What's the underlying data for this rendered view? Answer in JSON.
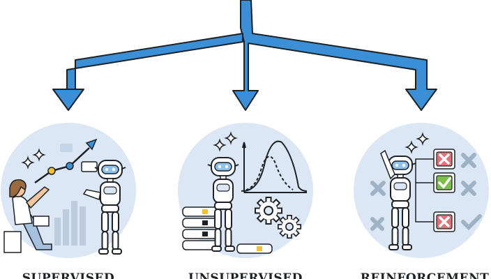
{
  "colors": {
    "arrow_fill": "#3a8fd6",
    "arrow_stroke": "#1d2024",
    "circle_bg": "#dbe7f4",
    "accent_yellow": "#f2c230",
    "check_green": "#7dbf4d",
    "cross_red": "#e2727a"
  },
  "categories": [
    {
      "label": "SUPERVISED",
      "icon": "teacher-and-robot-icon"
    },
    {
      "label": "UNSUPERVISED",
      "icon": "robot-with-data-and-curves-icon"
    },
    {
      "label": "REINFORCEMENT",
      "icon": "robot-with-checklist-icon"
    }
  ]
}
